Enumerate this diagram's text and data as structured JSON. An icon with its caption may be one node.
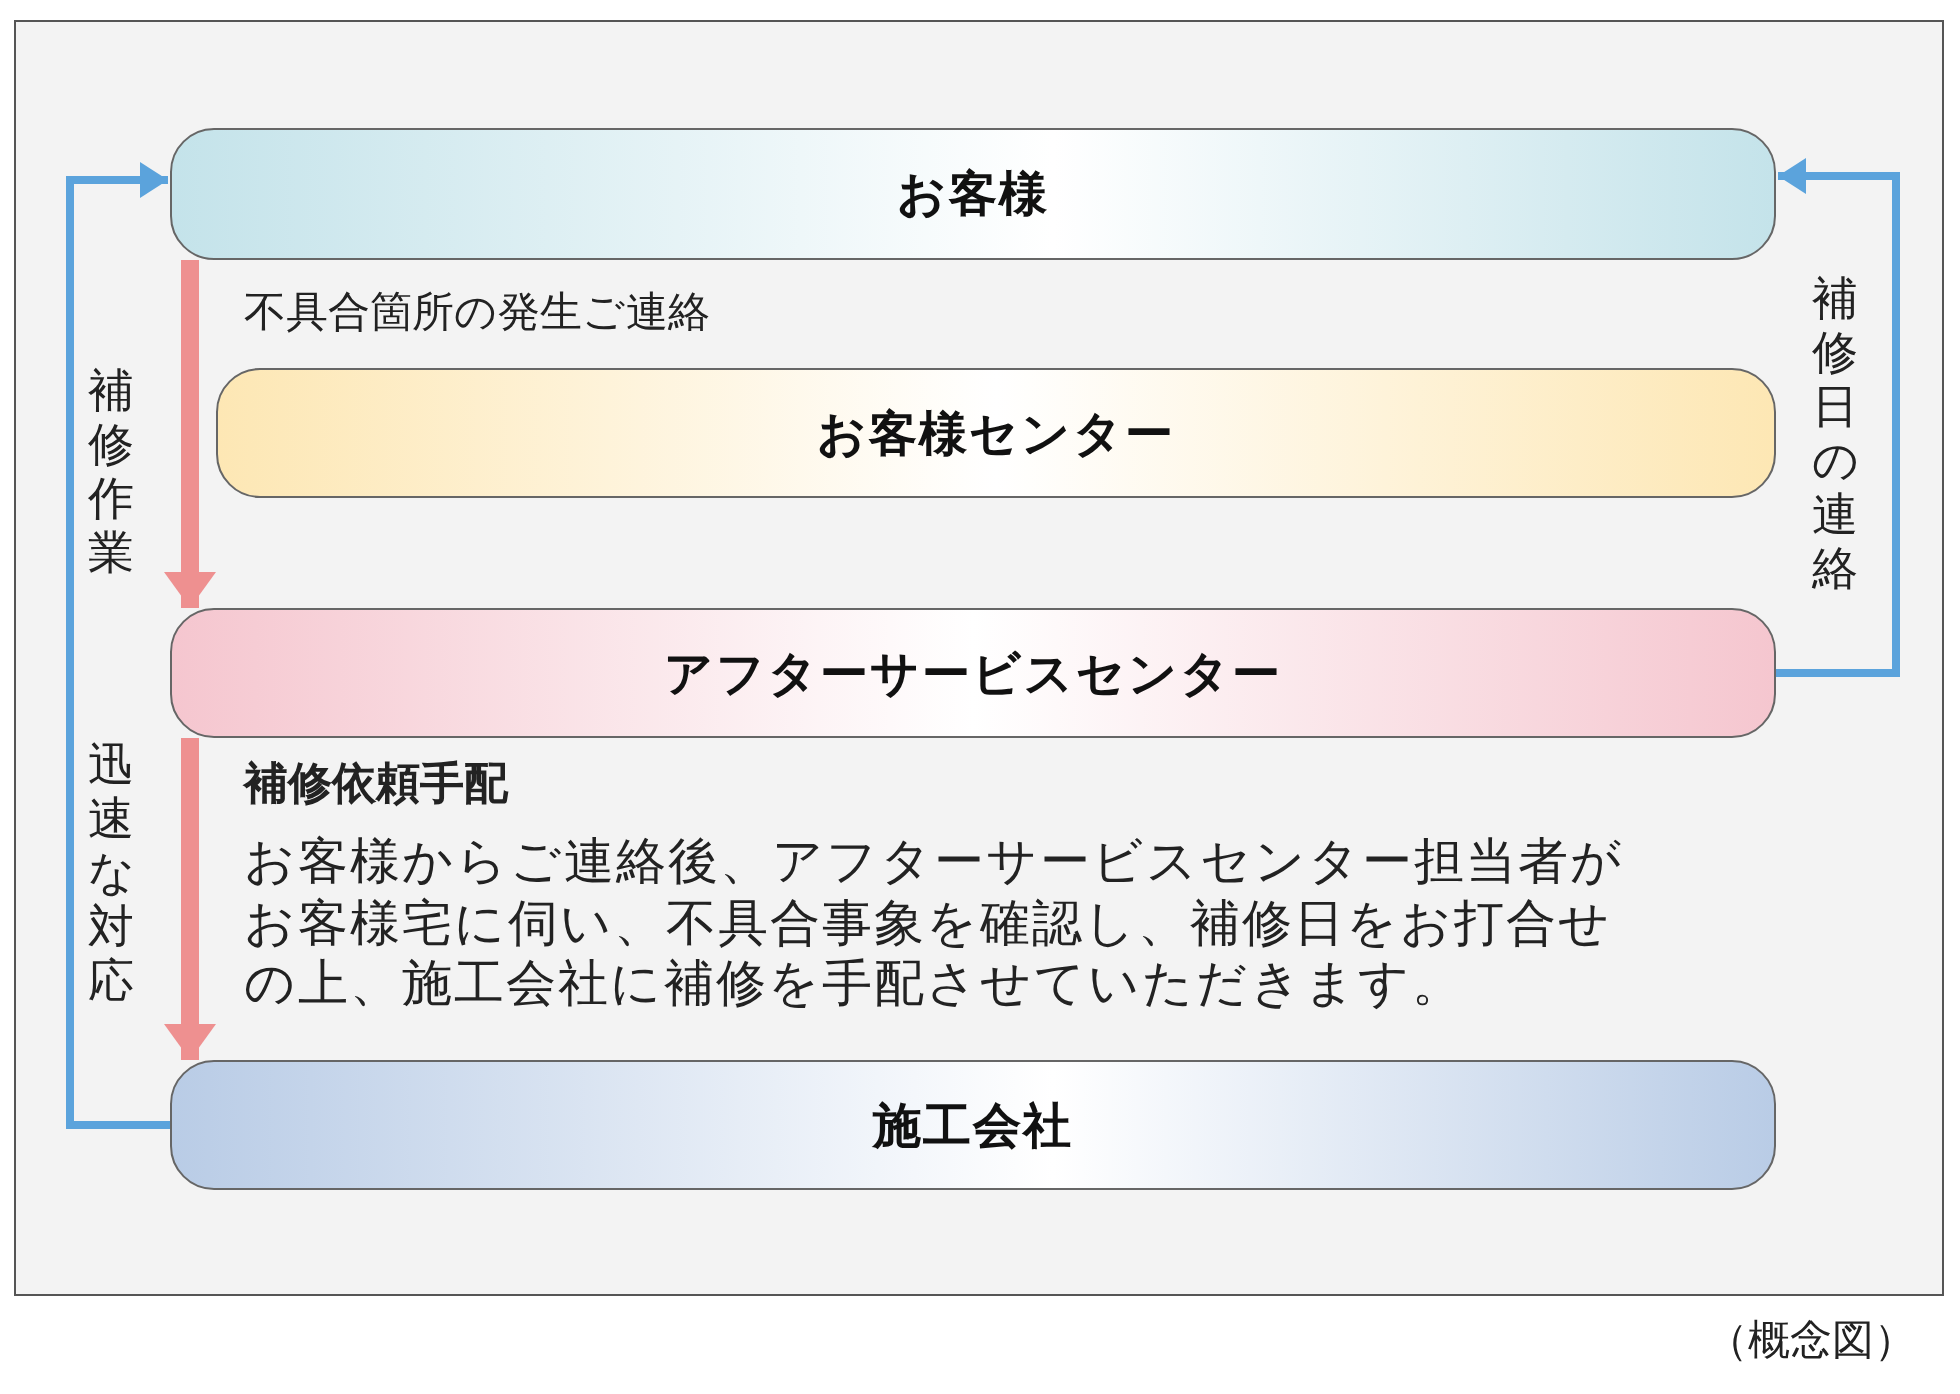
{
  "diagram": {
    "caption": "（概念図）",
    "nodes": [
      {
        "text": [
          "お客様"
        ]
      },
      {
        "text": [
          "お客様センター"
        ]
      },
      {
        "text": [
          "アフターサービスセンター"
        ]
      },
      {
        "text": [
          "施工会社"
        ]
      }
    ],
    "edges": [
      {
        "from": 0,
        "to": 2,
        "arrow": "to",
        "label": "不具合箇所の発生ご連絡",
        "style": "thick",
        "color": "#ee9090"
      },
      {
        "from": 2,
        "to": 3,
        "arrow": "to",
        "label": "補修依頼手配",
        "style": "thick",
        "color": "#ee9090"
      },
      {
        "from": 3,
        "to": 0,
        "arrow": "to",
        "color": "#5ba3dc"
      },
      {
        "from": 2,
        "to": 0,
        "arrow": "to",
        "label": "補修日の連絡",
        "color": "#5ba3dc"
      }
    ],
    "labels": [
      "補修作業",
      "迅速な対応",
      "お客様からご連絡後、アフターサービスセンター担当者がお客様宅に伺い、不具合事象を確認し、補修日をお打合せの上、施工会社に補修を手配させていただきます。"
    ]
  }
}
